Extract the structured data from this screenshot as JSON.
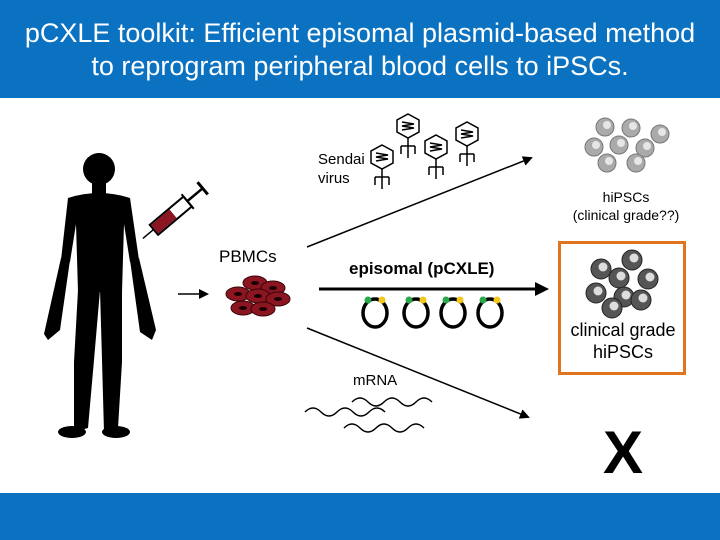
{
  "header": {
    "title_line1": "pCXLE toolkit: Efficient episomal plasmid-based method",
    "title_line2": "to reprogram peripheral blood cells to iPSCs."
  },
  "diagram": {
    "pbmcs_label": "PBMCs",
    "sendai_line1": "Sendai",
    "sendai_line2": "virus",
    "episomal_label": "episomal (pCXLE)",
    "mrna_label": "mRNA",
    "hipscs_line1": "hiPSCs",
    "hipscs_line2": "(clinical grade??)",
    "clinical_line1": "clinical grade",
    "clinical_line2": "hiPSCs",
    "fail_mark": "X"
  },
  "colors": {
    "header_blue": "#0a72c1",
    "box_orange": "#e0741f",
    "blood_red": "#8b1520",
    "plasmid_green": "#2aa84a",
    "plasmid_yellow": "#f2c81f"
  }
}
